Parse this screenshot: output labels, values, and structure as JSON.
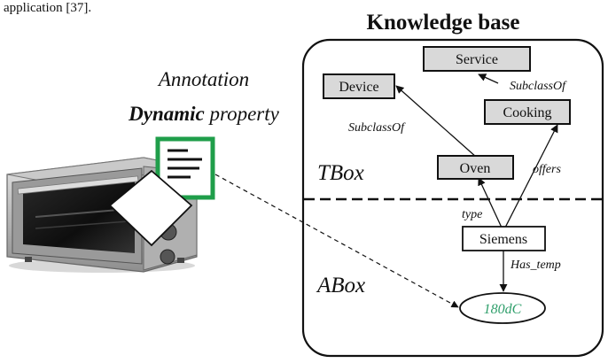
{
  "caption_fragment": "application [37].",
  "knowledge_base": {
    "title": "Knowledge base",
    "tbox_label": "TBox",
    "abox_label": "ABox"
  },
  "annotation": {
    "line1": "Annotation",
    "line2_bold": "Dynamic",
    "line2_rest": " property"
  },
  "nodes": {
    "service": "Service",
    "device": "Device",
    "cooking": "Cooking",
    "oven": "Oven",
    "siemens": "Siemens",
    "temp": "180dC"
  },
  "edges": {
    "cooking_service": "SubclassOf",
    "oven_device": "SubclassOf",
    "siemens_cooking": "offers",
    "siemens_oven": "type",
    "siemens_temp": "Has_temp"
  },
  "colors": {
    "class_box_fill": "#d9d9d9",
    "annotation_green": "#1f9e4a",
    "value_text": "#2e9e6a"
  }
}
